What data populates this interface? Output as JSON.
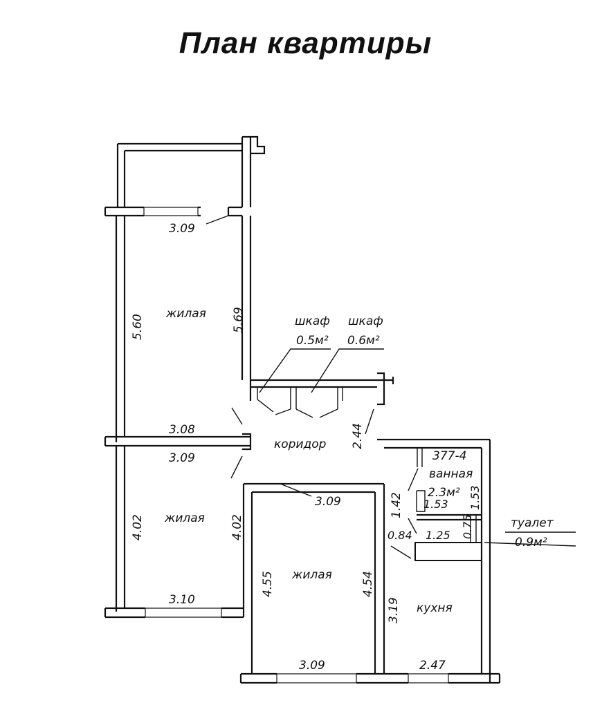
{
  "title": "План квартиры",
  "rooms": {
    "room_top": {
      "name": "жилая",
      "width_top": "3.09",
      "height_left": "5.60",
      "height_right": "5.69",
      "width_bottom": "3.08"
    },
    "room_left_bottom": {
      "name": "жилая",
      "width_top": "3.09",
      "height_left": "4.02",
      "height_right": "4.02",
      "width_bottom": "3.10"
    },
    "room_center": {
      "name": "жилая",
      "width_top": "3.09",
      "height_left": "4.55",
      "height_right": "4.54",
      "width_bottom": "3.09"
    },
    "corridor": {
      "name": "коридор",
      "dim": "2.44"
    },
    "wardrobe_1": {
      "name": "шкаф",
      "area": "0.5м²"
    },
    "wardrobe_2": {
      "name": "шкаф",
      "area": "0.6м²"
    },
    "bathroom": {
      "code": "377-4",
      "name": "ванная",
      "area": "2.3м²",
      "dim_a": "1.53",
      "dim_b": "1.53"
    },
    "toilet": {
      "name": "туалет",
      "area": "0.9м²",
      "dim_a": "0.75",
      "dim_b": "1.25"
    },
    "kitchen": {
      "name": "кухня",
      "height": "3.19",
      "width": "2.47",
      "dim_a": "1.42",
      "dim_b": "0.84"
    }
  }
}
